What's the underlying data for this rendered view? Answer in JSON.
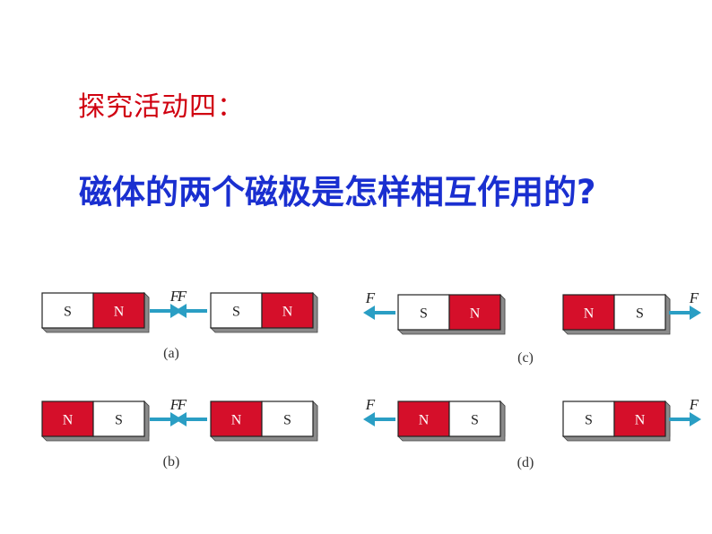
{
  "heading": "探究活动四：",
  "question": "磁体的两个磁极是怎样相互作用的?",
  "colors": {
    "north": "#d50f2a",
    "south": "#ffffff",
    "arrow": "#2a9ec4",
    "heading": "#d00010",
    "question": "#1a2fd0"
  },
  "diagram": {
    "force_label": "F",
    "panels": [
      {
        "caption": "(a)",
        "magnets": [
          {
            "left": "S",
            "right": "N"
          },
          {
            "left": "S",
            "right": "N"
          }
        ],
        "arrows": [
          "right",
          "left"
        ]
      },
      {
        "caption": "(b)",
        "magnets": [
          {
            "left": "N",
            "right": "S"
          },
          {
            "left": "N",
            "right": "S"
          }
        ],
        "arrows": [
          "right",
          "left"
        ]
      },
      {
        "caption": "(c)",
        "magnets": [
          {
            "left": "S",
            "right": "N"
          },
          {
            "left": "N",
            "right": "S"
          }
        ],
        "arrows": [
          "left",
          "right"
        ]
      },
      {
        "caption": "(d)",
        "magnets": [
          {
            "left": "N",
            "right": "S"
          },
          {
            "left": "S",
            "right": "N"
          }
        ],
        "arrows": [
          "left",
          "right"
        ]
      }
    ]
  }
}
